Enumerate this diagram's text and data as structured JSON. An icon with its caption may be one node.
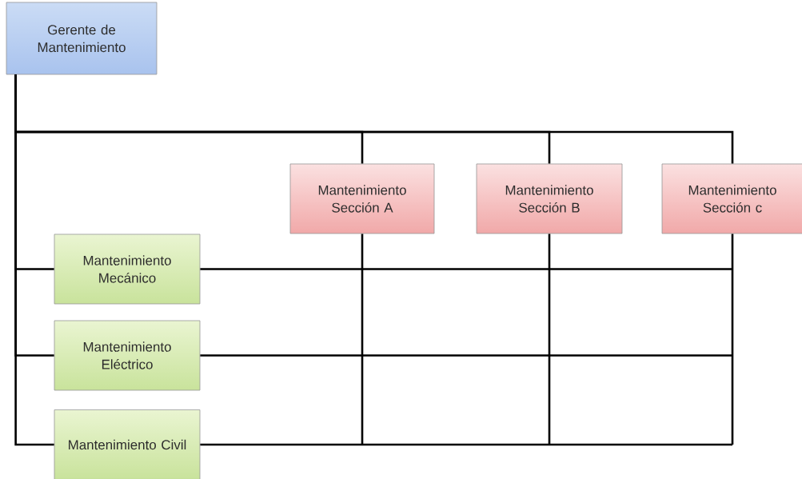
{
  "diagram": {
    "nodes": [
      {
        "text": [
          "Gerente de Mantenimiento"
        ]
      },
      {
        "text": [
          "Mantenimiento Sección A"
        ]
      },
      {
        "text": [
          "Mantenimiento Sección B"
        ]
      },
      {
        "text": [
          "Mantenimiento Sección c"
        ]
      },
      {
        "text": [
          "Mantenimiento Mecánico"
        ]
      },
      {
        "text": [
          "Mantenimiento Eléctrico"
        ]
      },
      {
        "text": [
          "Mantenimiento Civil"
        ]
      }
    ],
    "edges": [
      {
        "from": 0,
        "to": 1,
        "arrow": "none"
      },
      {
        "from": 0,
        "to": 2,
        "arrow": "none"
      },
      {
        "from": 0,
        "to": 3,
        "arrow": "none"
      },
      {
        "from": 0,
        "to": 4,
        "arrow": "none"
      },
      {
        "from": 0,
        "to": 5,
        "arrow": "none"
      },
      {
        "from": 0,
        "to": 6,
        "arrow": "none"
      }
    ]
  }
}
